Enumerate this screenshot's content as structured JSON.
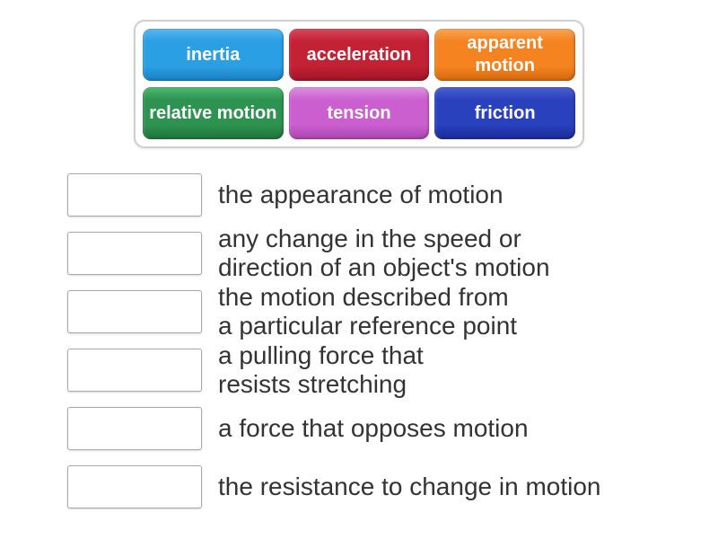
{
  "activity": {
    "type": "match-up",
    "word_bank": {
      "tiles": [
        {
          "label": "inertia",
          "color": "#2B9FE3",
          "highlight": "#55B9F0",
          "shadow": "#1B7EC2"
        },
        {
          "label": "acceleration",
          "color": "#C32134",
          "highlight": "#D84A5C",
          "shadow": "#9C1526"
        },
        {
          "label": "apparent motion",
          "color": "#F58320",
          "highlight": "#F9A452",
          "shadow": "#D2690D"
        },
        {
          "label": "relative motion",
          "color": "#2E9351",
          "highlight": "#4DBA73",
          "shadow": "#1E7439"
        },
        {
          "label": "tension",
          "color": "#CB5FD0",
          "highlight": "#DF8FE1",
          "shadow": "#A945AF"
        },
        {
          "label": "friction",
          "color": "#2A41BE",
          "highlight": "#4A5FD2",
          "shadow": "#1A2B96"
        }
      ]
    },
    "definitions": [
      {
        "lines": [
          "the appearance of motion"
        ]
      },
      {
        "lines": [
          "any change in the speed or",
          "direction of an object's motion"
        ]
      },
      {
        "lines": [
          "the motion described from",
          "a particular reference point"
        ]
      },
      {
        "lines": [
          "a pulling force that",
          "resists stretching"
        ]
      },
      {
        "lines": [
          "a force that opposes motion"
        ]
      },
      {
        "lines": [
          "the resistance to change in motion"
        ]
      }
    ]
  }
}
